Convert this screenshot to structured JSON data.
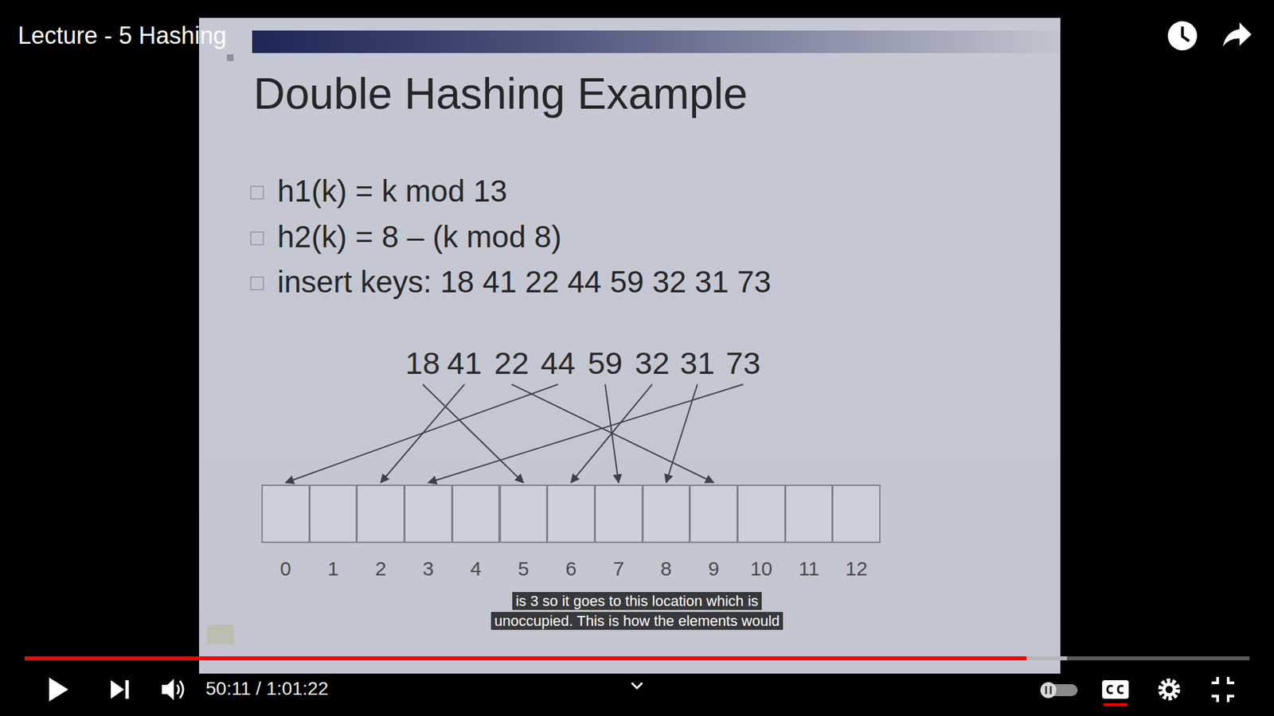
{
  "diagram": {
    "title": "Double Hashing Example",
    "nodes": [
      {
        "text": [
          "18"
        ]
      },
      {
        "text": [
          "41"
        ]
      },
      {
        "text": [
          "22"
        ]
      },
      {
        "text": [
          "44"
        ]
      },
      {
        "text": [
          "59"
        ]
      },
      {
        "text": [
          "32"
        ]
      },
      {
        "text": [
          "31"
        ]
      },
      {
        "text": [
          "73"
        ]
      },
      {
        "text": [
          "0"
        ]
      },
      {
        "text": [
          "1"
        ]
      },
      {
        "text": [
          "2"
        ]
      },
      {
        "text": [
          "3"
        ]
      },
      {
        "text": [
          "4"
        ]
      },
      {
        "text": [
          "5"
        ]
      },
      {
        "text": [
          "6"
        ]
      },
      {
        "text": [
          "7"
        ]
      },
      {
        "text": [
          "8"
        ]
      },
      {
        "text": [
          "9"
        ]
      },
      {
        "text": [
          "10"
        ]
      },
      {
        "text": [
          "11"
        ]
      },
      {
        "text": [
          "12"
        ]
      }
    ],
    "edges": [
      {
        "from": 0,
        "to": 13,
        "arrow": "to"
      },
      {
        "from": 1,
        "to": 10,
        "arrow": "to"
      },
      {
        "from": 2,
        "to": 17,
        "arrow": "to"
      },
      {
        "from": 3,
        "to": 8,
        "arrow": "to"
      },
      {
        "from": 4,
        "to": 15,
        "arrow": "to"
      },
      {
        "from": 5,
        "to": 14,
        "arrow": "to"
      },
      {
        "from": 6,
        "to": 16,
        "arrow": "to"
      },
      {
        "from": 7,
        "to": 11,
        "arrow": "to"
      }
    ],
    "labels": [
      "Lecture - 5 Hashing",
      "h1(k) = k mod 13",
      "h2(k) = 8 – (k mod 8)",
      "insert keys: 18 41 22 44 59 32 31 73",
      "is 3 so it goes to this location which is",
      "unoccupied. This is how the elements would",
      "50:11 / 1:01:22"
    ]
  }
}
